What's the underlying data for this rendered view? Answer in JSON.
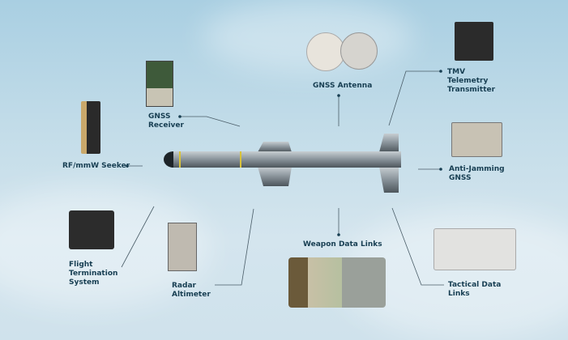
{
  "labels": {
    "gnss_receiver": "GNSS\nReceiver",
    "rf_seeker": "RF/mmW Seeker",
    "gnss_antenna": "GNSS Antenna",
    "tmv": "TMV\nTelemetry\nTransmitter",
    "anti_jamming": "Anti-Jamming\nGNSS",
    "flight_termination": "Flight\nTermination\nSystem",
    "radar_altimeter": "Radar\nAltimeter",
    "weapon_data_links": "Weapon Data Links",
    "tactical_data_links": "Tactical Data\nLinks"
  },
  "colors": {
    "label": "#173e52",
    "missile": "#7f8a92",
    "band": "#d8c23a",
    "line": "#4a5d68"
  }
}
